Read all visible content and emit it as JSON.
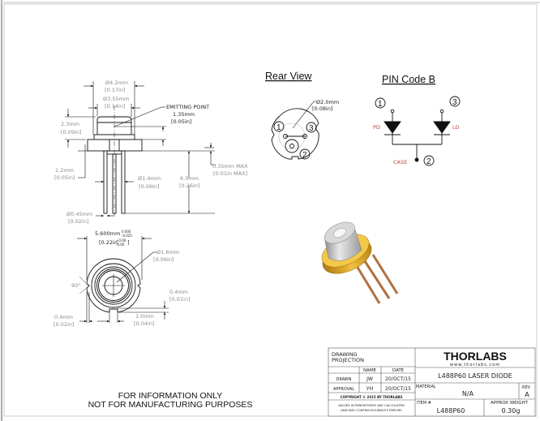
{
  "side_view": {
    "dia_outer": "Ø4.2mm",
    "dia_outer_in": "[0.17in]",
    "dia_cap": "Ø3.55mm",
    "dia_cap_in": "[0.14in]",
    "emitting_point": "EMITTING POINT",
    "emit_height": "1.35mm",
    "emit_height_in": "[0.05in]",
    "cap_height": "2.3mm",
    "cap_height_in": "[0.09in]",
    "flange_height": "1.2mm",
    "flange_height_in": "[0.05in]",
    "pin_circle": "Ø1.4mm",
    "pin_circle_in": "[0.06in]",
    "pin_length": "6.5mm",
    "pin_length_in": "[0.26in]",
    "offset": "0.35mm MAX",
    "offset_in": "[0.01in MAX]",
    "pin_dia": "Ø0.45mm",
    "pin_dia_in": "[0.02in]"
  },
  "bottom_view": {
    "diameter": "5.600mm",
    "tol_mm_plus": "0.000",
    "tol_mm_minus": "-0.025",
    "diameter_in": "[0.22in",
    "tol_in_plus": "+0.00",
    "tol_in_minus": "-0.00",
    "diameter_in_close": "]",
    "window": "Ø1.6mm",
    "window_in": "[0.06in]",
    "angle": "90°",
    "notch_depth": "0.4mm",
    "notch_depth_in": "[0.01in]",
    "notch_left": "0.4mm",
    "notch_left_in": "[0.02in]",
    "notch_width": "1.0mm",
    "notch_width_in": "[0.04in]"
  },
  "rear_view": {
    "title": "Rear View",
    "pin_circle": "Ø2.0mm",
    "pin_circle_in": "[0.08in]",
    "pins": [
      "1",
      "2",
      "3"
    ]
  },
  "pin_code": {
    "title": "PIN Code B",
    "pd": "PD",
    "ld": "LD",
    "case": "CASE",
    "pins": [
      "1",
      "2",
      "3"
    ]
  },
  "notice": [
    "FOR INFORMATION ONLY",
    "NOT FOR MANUFACTURING PURPOSES"
  ],
  "title_block": {
    "drawing_projection": [
      "DRAWING",
      "PROJECTION"
    ],
    "name_header": "NAME",
    "date_header": "DATE",
    "drawn_label": "DRAWN",
    "drawn_name": "JW",
    "drawn_date": "20/OCT/15",
    "approval_label": "APPROVAL",
    "approval_name": "YH",
    "approval_date": "20/OCT/15",
    "copyright": "COPYRIGHT © 2015 BY THORLABS",
    "values_note": [
      "VALUES IN PARENTHESIS ARE CALCULATED",
      "AND MAY CONTAIN ROUNDOFF ERRORS"
    ],
    "logo": "THORLABS",
    "website": "www.thorlabs.com",
    "title": "L488P60 LASER DIODE",
    "material_label": "MATERIAL",
    "material": "N/A",
    "rev_label": "REV",
    "rev": "A",
    "item_label": "ITEM #",
    "item": "L488P60",
    "weight_label": "APPROX WEIGHT",
    "weight": "0.30g"
  }
}
